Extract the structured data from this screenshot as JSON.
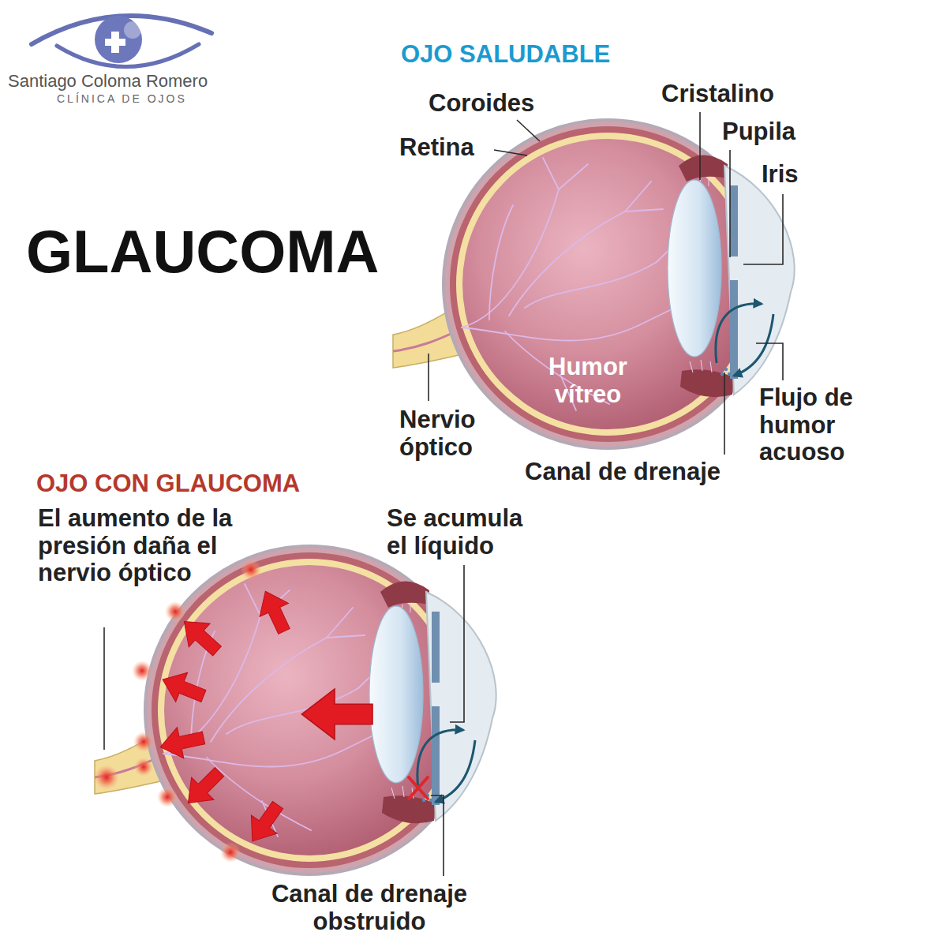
{
  "diagram": {
    "title": "GLAUCOMA",
    "labels": [
      "Santiago Coloma Romero",
      "CLÍNICA DE OJOS",
      "OJO SALUDABLE",
      "Coroides",
      "Cristalino",
      "Pupila",
      "Retina",
      "Iris",
      "Humor vítreo",
      "Nervio óptico",
      "Flujo de humor acuoso",
      "Canal de drenaje",
      "OJO CON GLAUCOMA",
      "El aumento de la presión daña el nervio óptico",
      "Se acumula el líquido",
      "Canal de drenaje obstruido"
    ]
  }
}
